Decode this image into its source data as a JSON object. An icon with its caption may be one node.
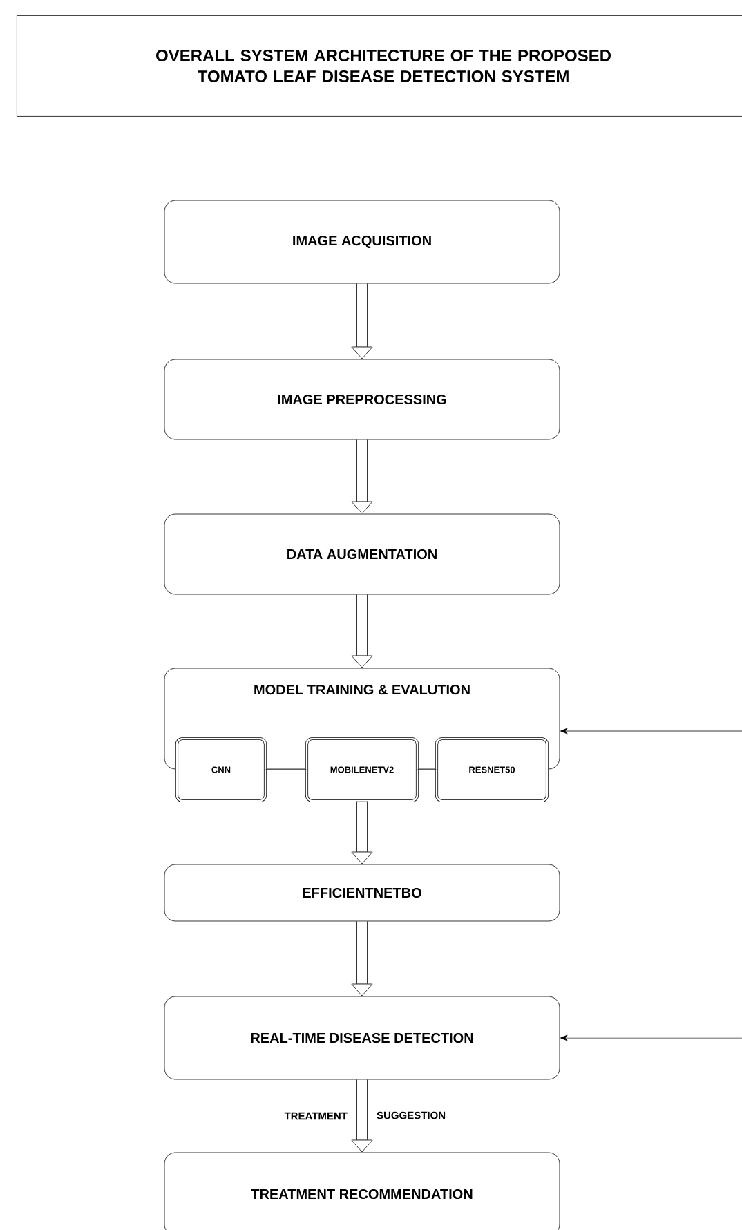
{
  "diagram": {
    "title": "OVERALL SYSTEM ARCHITECTURE OF THE PROPOSED TOMATO LEAF DISEASE DETECTION SYSTEM",
    "nodes": [
      {
        "text": [
          "IMAGE ACQUISITION"
        ]
      },
      {
        "text": [
          "IMAGE PREPROCESSING"
        ]
      },
      {
        "text": [
          "DATA AUGMENTATION"
        ]
      },
      {
        "text": [
          "MODEL TRAINING & EVALUTION"
        ]
      },
      {
        "text": [
          "CNN"
        ]
      },
      {
        "text": [
          "MOBILENETV2"
        ]
      },
      {
        "text": [
          "RESNET50"
        ]
      },
      {
        "text": [
          "EFFICIENTNETBO"
        ]
      },
      {
        "text": [
          "REAL-TIME DISEASE DETECTION"
        ]
      },
      {
        "text": [
          "TREATMENT RECOMMENDATION"
        ]
      }
    ],
    "edges": [
      {
        "from": 0,
        "to": 1,
        "arrow": "to"
      },
      {
        "from": 1,
        "to": 2,
        "arrow": "to"
      },
      {
        "from": 2,
        "to": 3,
        "arrow": "to"
      },
      {
        "from": 4,
        "to": 5,
        "arrow": "none"
      },
      {
        "from": 5,
        "to": 6,
        "arrow": "none"
      },
      {
        "from": 5,
        "to": 7,
        "arrow": "to"
      },
      {
        "from": null,
        "to": 3,
        "arrow": "to"
      },
      {
        "from": 7,
        "to": 8,
        "arrow": "to"
      },
      {
        "from": null,
        "to": 8,
        "arrow": "to"
      },
      {
        "from": 8,
        "to": 9,
        "arrow": "to",
        "label": "TREATMENT"
      }
    ],
    "labels": [
      "SUGGESTION"
    ]
  }
}
